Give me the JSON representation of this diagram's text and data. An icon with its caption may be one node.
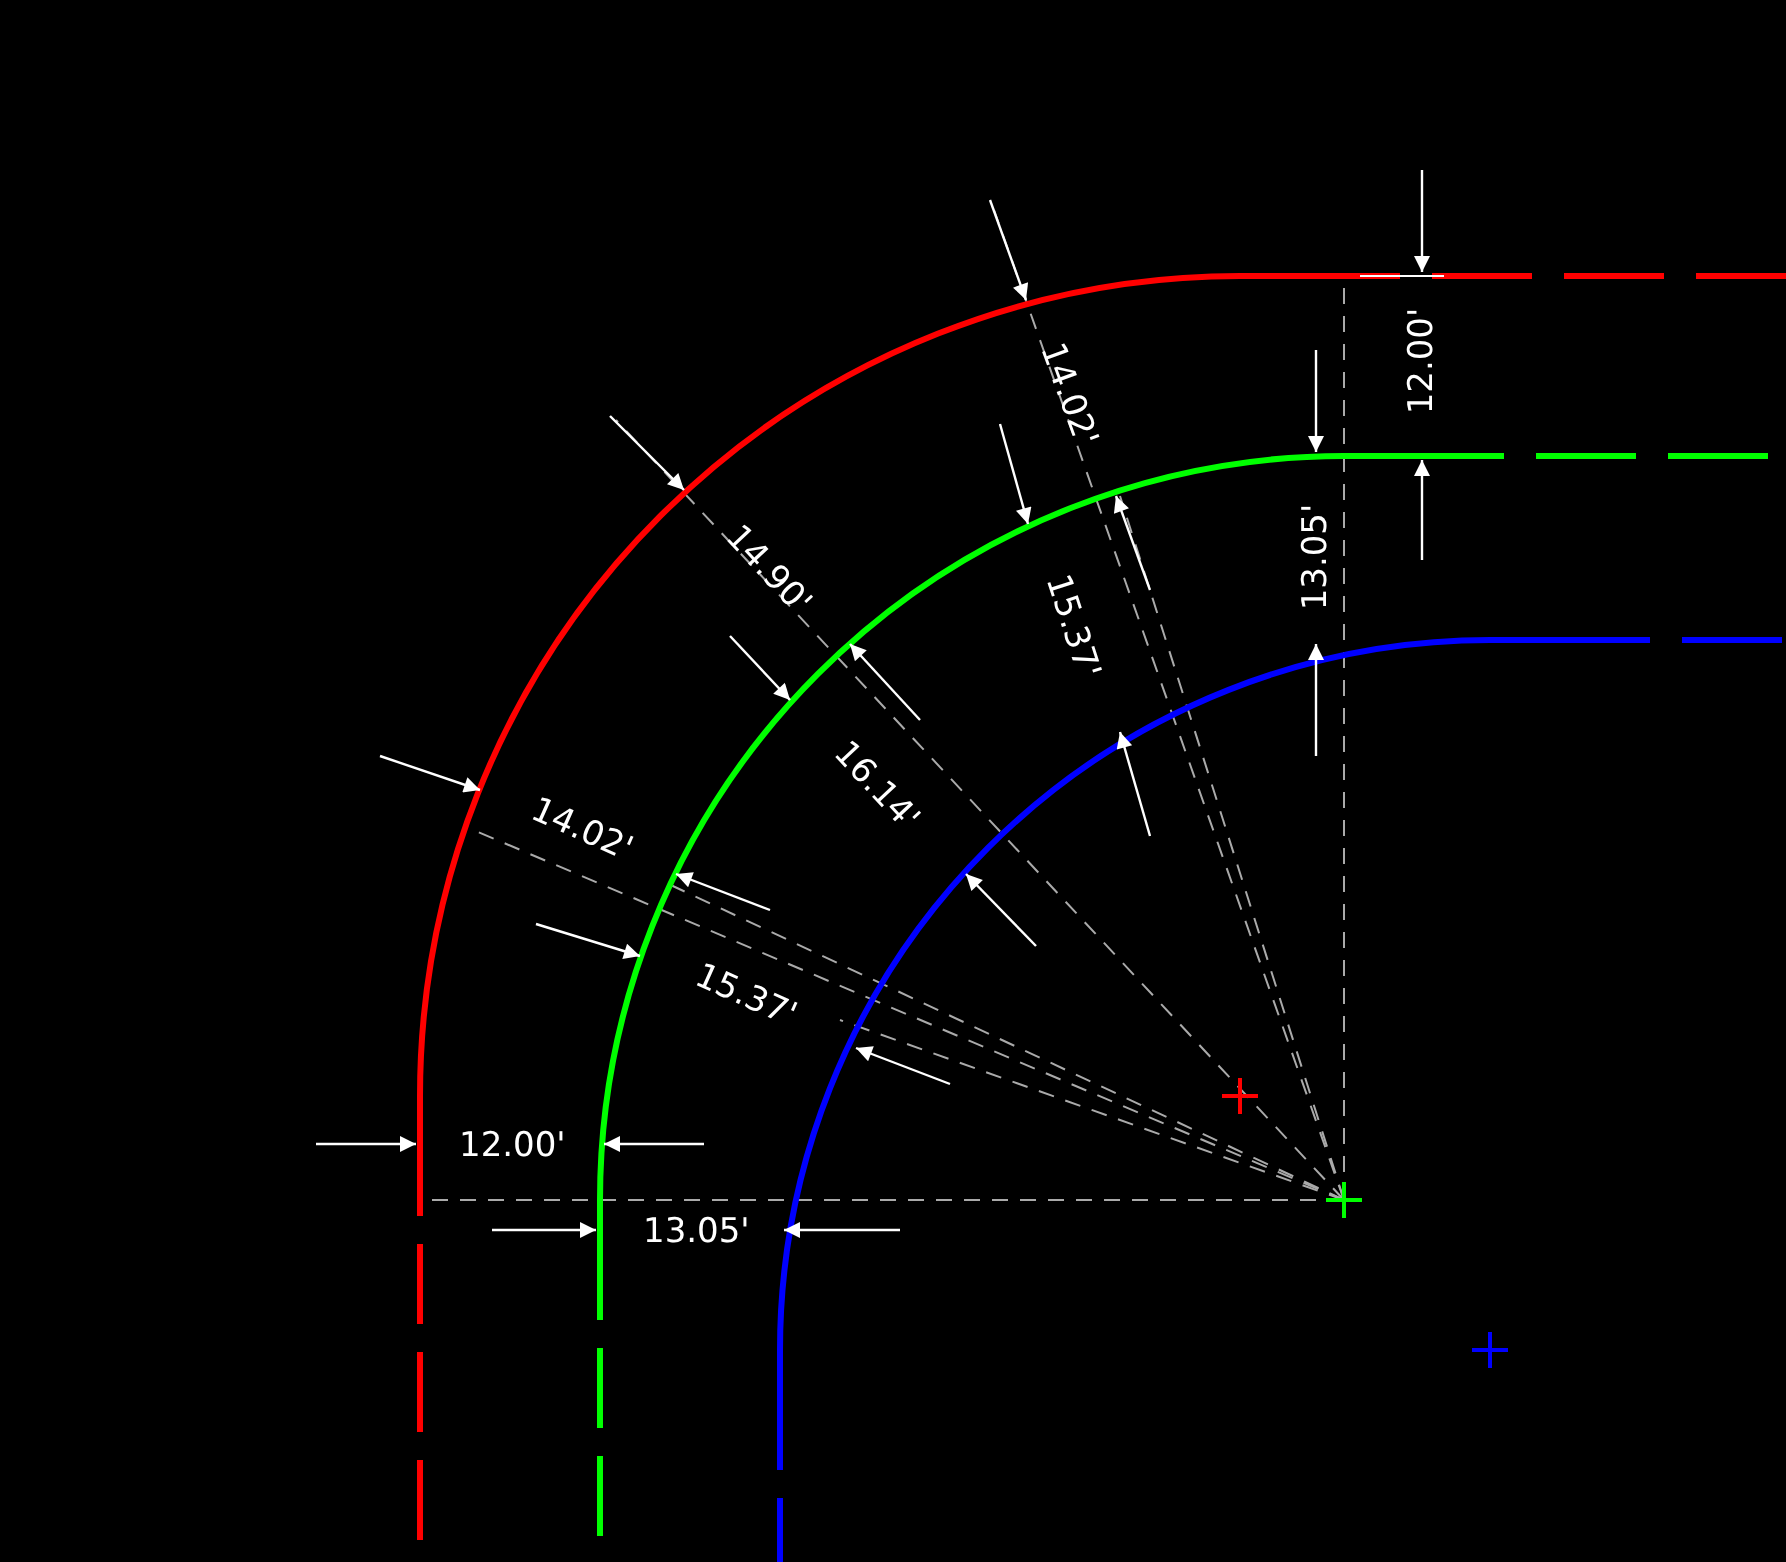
{
  "diagram": {
    "labels": [
      "12.00'",
      "14.02'",
      "14.90'",
      "13.05'",
      "15.37'",
      "16.14'",
      "14.02'",
      "15.37'",
      "12.00'",
      "13.05'"
    ]
  }
}
